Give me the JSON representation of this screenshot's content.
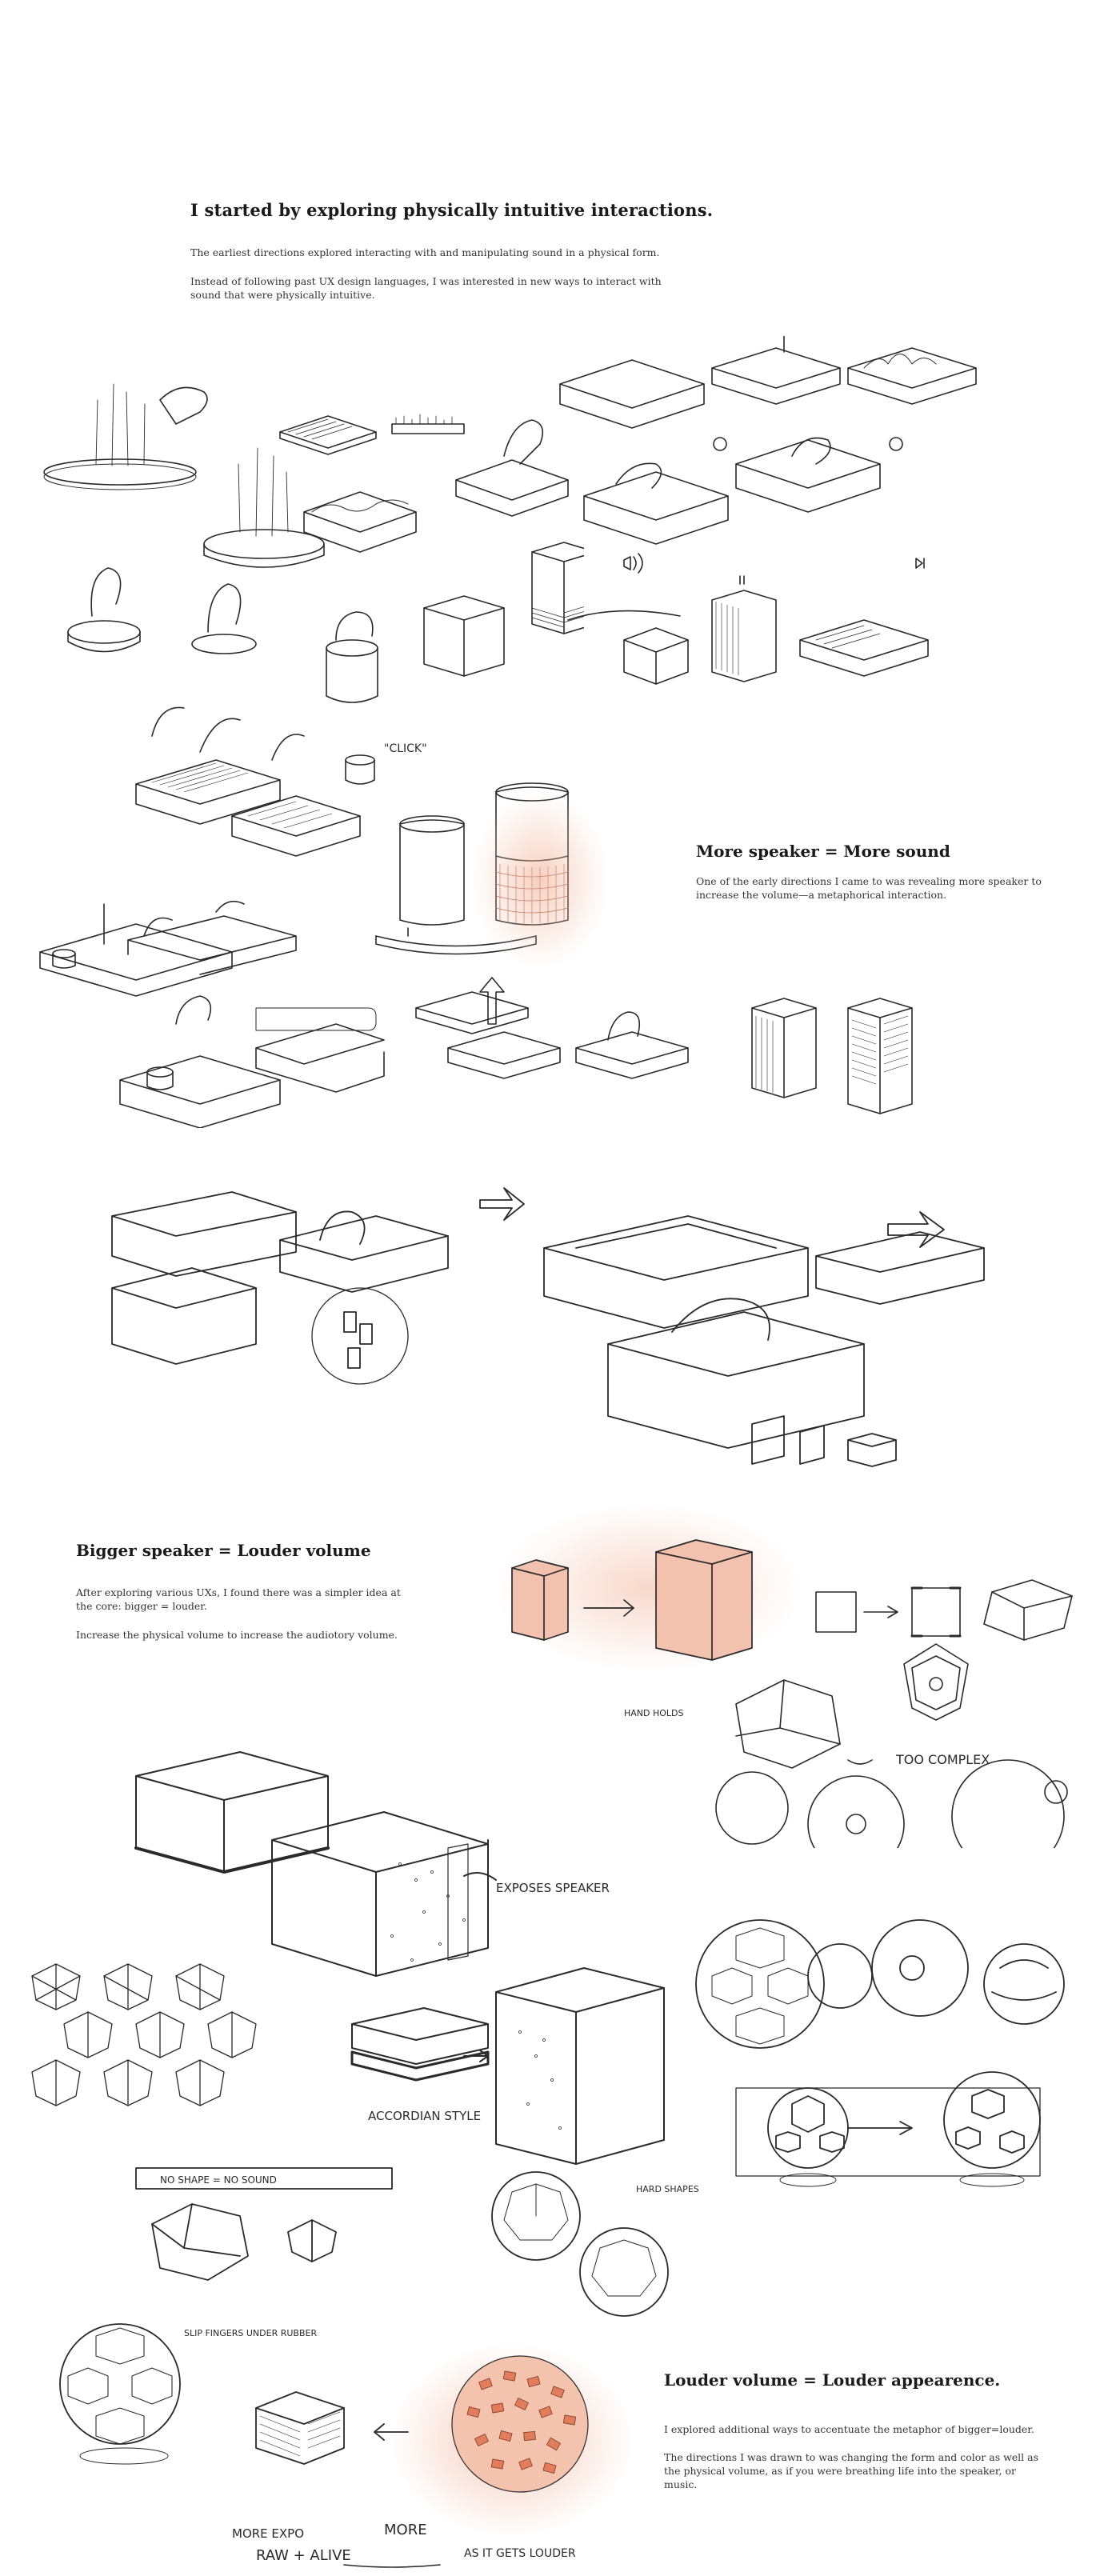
{
  "intro": {
    "heading": "I started by exploring physically intuitive interactions.",
    "para1": "The earliest directions explored interacting with and manipulating sound in a physical form.",
    "para2": "Instead of following past UX design languages, I was interested in new ways to interact with sound that were physically intuitive."
  },
  "more_speaker": {
    "heading": "More speaker = More sound",
    "para": "One of the early directions I came to was revealing more speaker to increase the volume—a metaphorical interaction."
  },
  "bigger_speaker": {
    "heading": "Bigger speaker = Louder volume",
    "para1": "After exploring various UXs, I found there was a simpler idea at the core: bigger = louder.",
    "para2": "Increase the physical volume to increase the audiotory volume."
  },
  "louder_volume": {
    "heading": "Louder volume = Louder appearence.",
    "para1": "I explored additional ways to accentuate the metaphor of bigger=louder.",
    "para2": "The directions I was drawn to was changing the form and color as well as the physical volume, as if you were breathing life into the speaker, or music."
  },
  "annotations": {
    "click": "\"CLICK\"",
    "exposes_speaker": "EXPOSES SPEAKER",
    "accordian_style": "ACCORDIAN STYLE",
    "too_complex": "TOO COMPLEX",
    "no_shape_no_sound": "NO SHAPE = NO SOUND",
    "more_expo_line1": "MORE EXPO",
    "more_expo_line2": "RAW + ALIVE",
    "more_expo_tag": "MORE",
    "as_it_gets": "AS IT GETS LOUDER",
    "hand_holds": "HAND HOLDS",
    "hard_shapes": "HARD SHAPES",
    "slip_fingers": "SLIP FINGERS UNDER RUBBER"
  },
  "colors": {
    "ink": "#2a2a2a",
    "accent": "#e8a38a",
    "accent_soft": "#f6d7cb"
  }
}
